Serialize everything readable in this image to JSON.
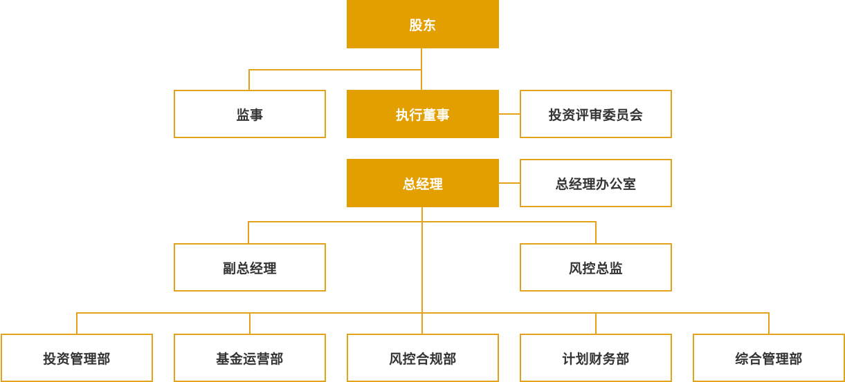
{
  "colors": {
    "accent": "#E39E00",
    "border": "#E3A21A",
    "text_dark": "#333333",
    "text_light": "#FFFFFF"
  },
  "nodes": {
    "shareholder": "股东",
    "supervisor": "监事",
    "executive_director": "执行董事",
    "investment_committee": "投资评审委员会",
    "general_manager": "总经理",
    "gm_office": "总经理办公室",
    "deputy_gm": "副总经理",
    "risk_director": "风控总监",
    "departments": [
      "投资管理部",
      "基金运营部",
      "风控合规部",
      "计划财务部",
      "综合管理部"
    ]
  }
}
